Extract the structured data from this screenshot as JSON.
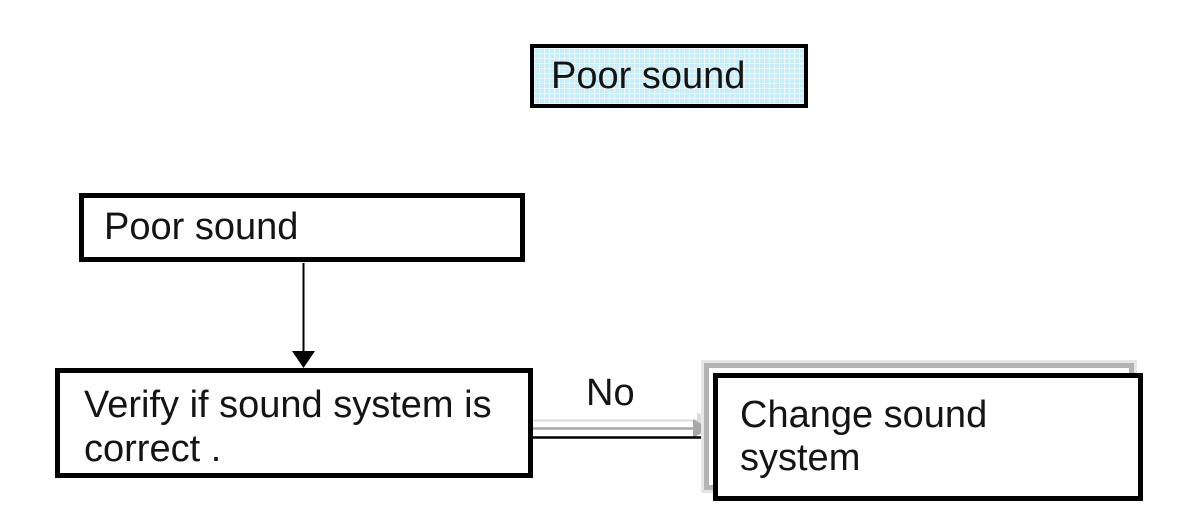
{
  "colors": {
    "background": "#ffffff",
    "node_border": "#000000",
    "title_node_fill": "#c9edf6",
    "shadow_gray": "#b4b4b4",
    "shadow_light_gray": "#e6e6e6",
    "text": "#141414"
  },
  "nodes": {
    "top": {
      "label": "Poor sound"
    },
    "start": {
      "label": "Poor sound"
    },
    "verify": {
      "line1": "Verify if sound system is",
      "line2": "correct ."
    },
    "change": {
      "line1": "Change sound",
      "line2": "system"
    }
  },
  "edges": {
    "verify_to_change_label": "No"
  }
}
